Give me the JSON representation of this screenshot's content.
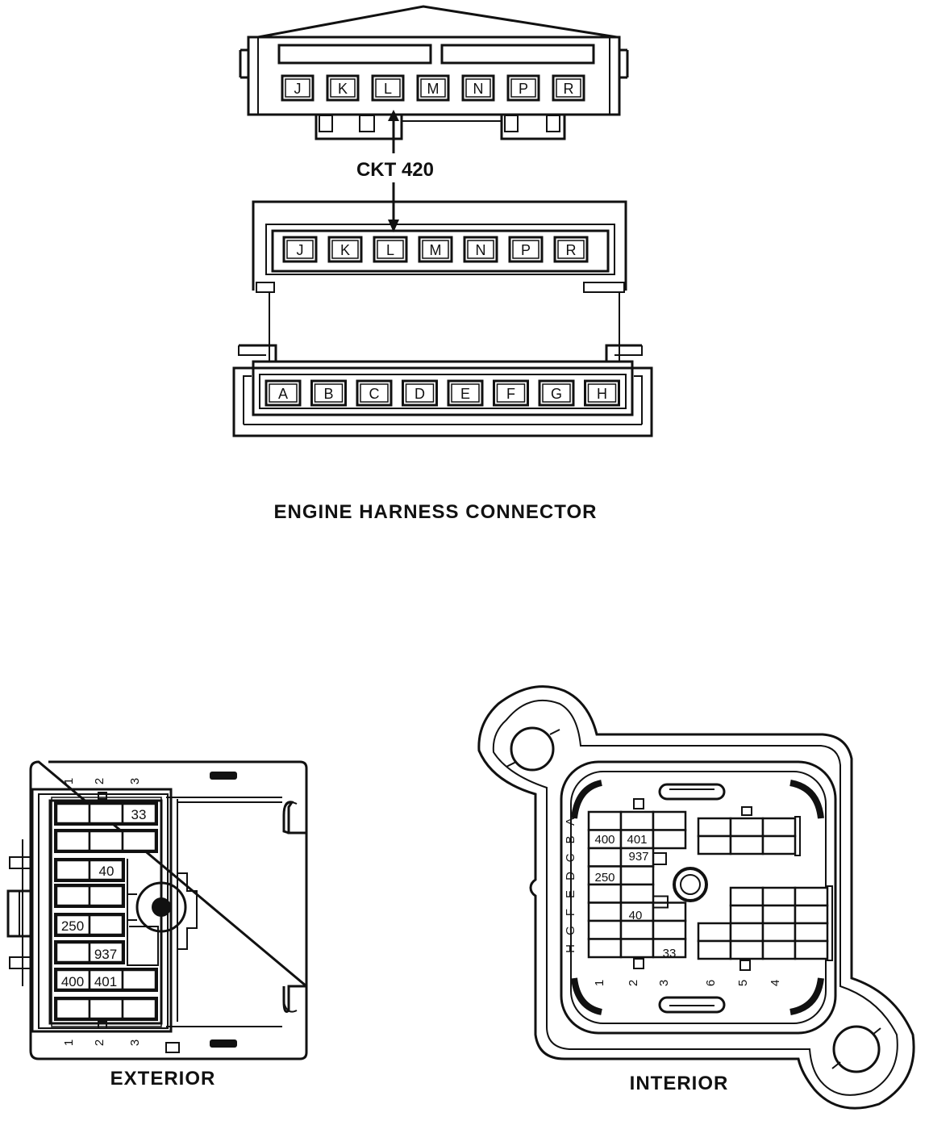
{
  "engine_connector": {
    "upper_pins": [
      "J",
      "K",
      "L",
      "M",
      "N",
      "P",
      "R"
    ],
    "lower_pins_top_row": [
      "J",
      "K",
      "L",
      "M",
      "N",
      "P",
      "R"
    ],
    "lower_pins_bottom_row": [
      "A",
      "B",
      "C",
      "D",
      "E",
      "F",
      "G",
      "H"
    ],
    "circuit_label": "CKT 420",
    "caption": "ENGINE HARNESS CONNECTOR"
  },
  "exterior_view": {
    "caption": "EXTERIOR",
    "top_numbers": [
      "1",
      "2",
      "3"
    ],
    "bottom_numbers": [
      "1",
      "2",
      "3"
    ],
    "circuits": {
      "c33": "33",
      "c40": "40",
      "c250": "250",
      "c937": "937",
      "c400": "400",
      "c401": "401"
    }
  },
  "interior_view": {
    "caption": "INTERIOR",
    "row_letters": [
      "A",
      "B",
      "C",
      "D",
      "E",
      "F",
      "G",
      "H"
    ],
    "bottom_numbers": [
      "1",
      "2",
      "3",
      "6",
      "5",
      "4"
    ],
    "circuits": {
      "c400": "400",
      "c401": "401",
      "c937": "937",
      "c250": "250",
      "c40": "40",
      "c33": "33"
    }
  }
}
